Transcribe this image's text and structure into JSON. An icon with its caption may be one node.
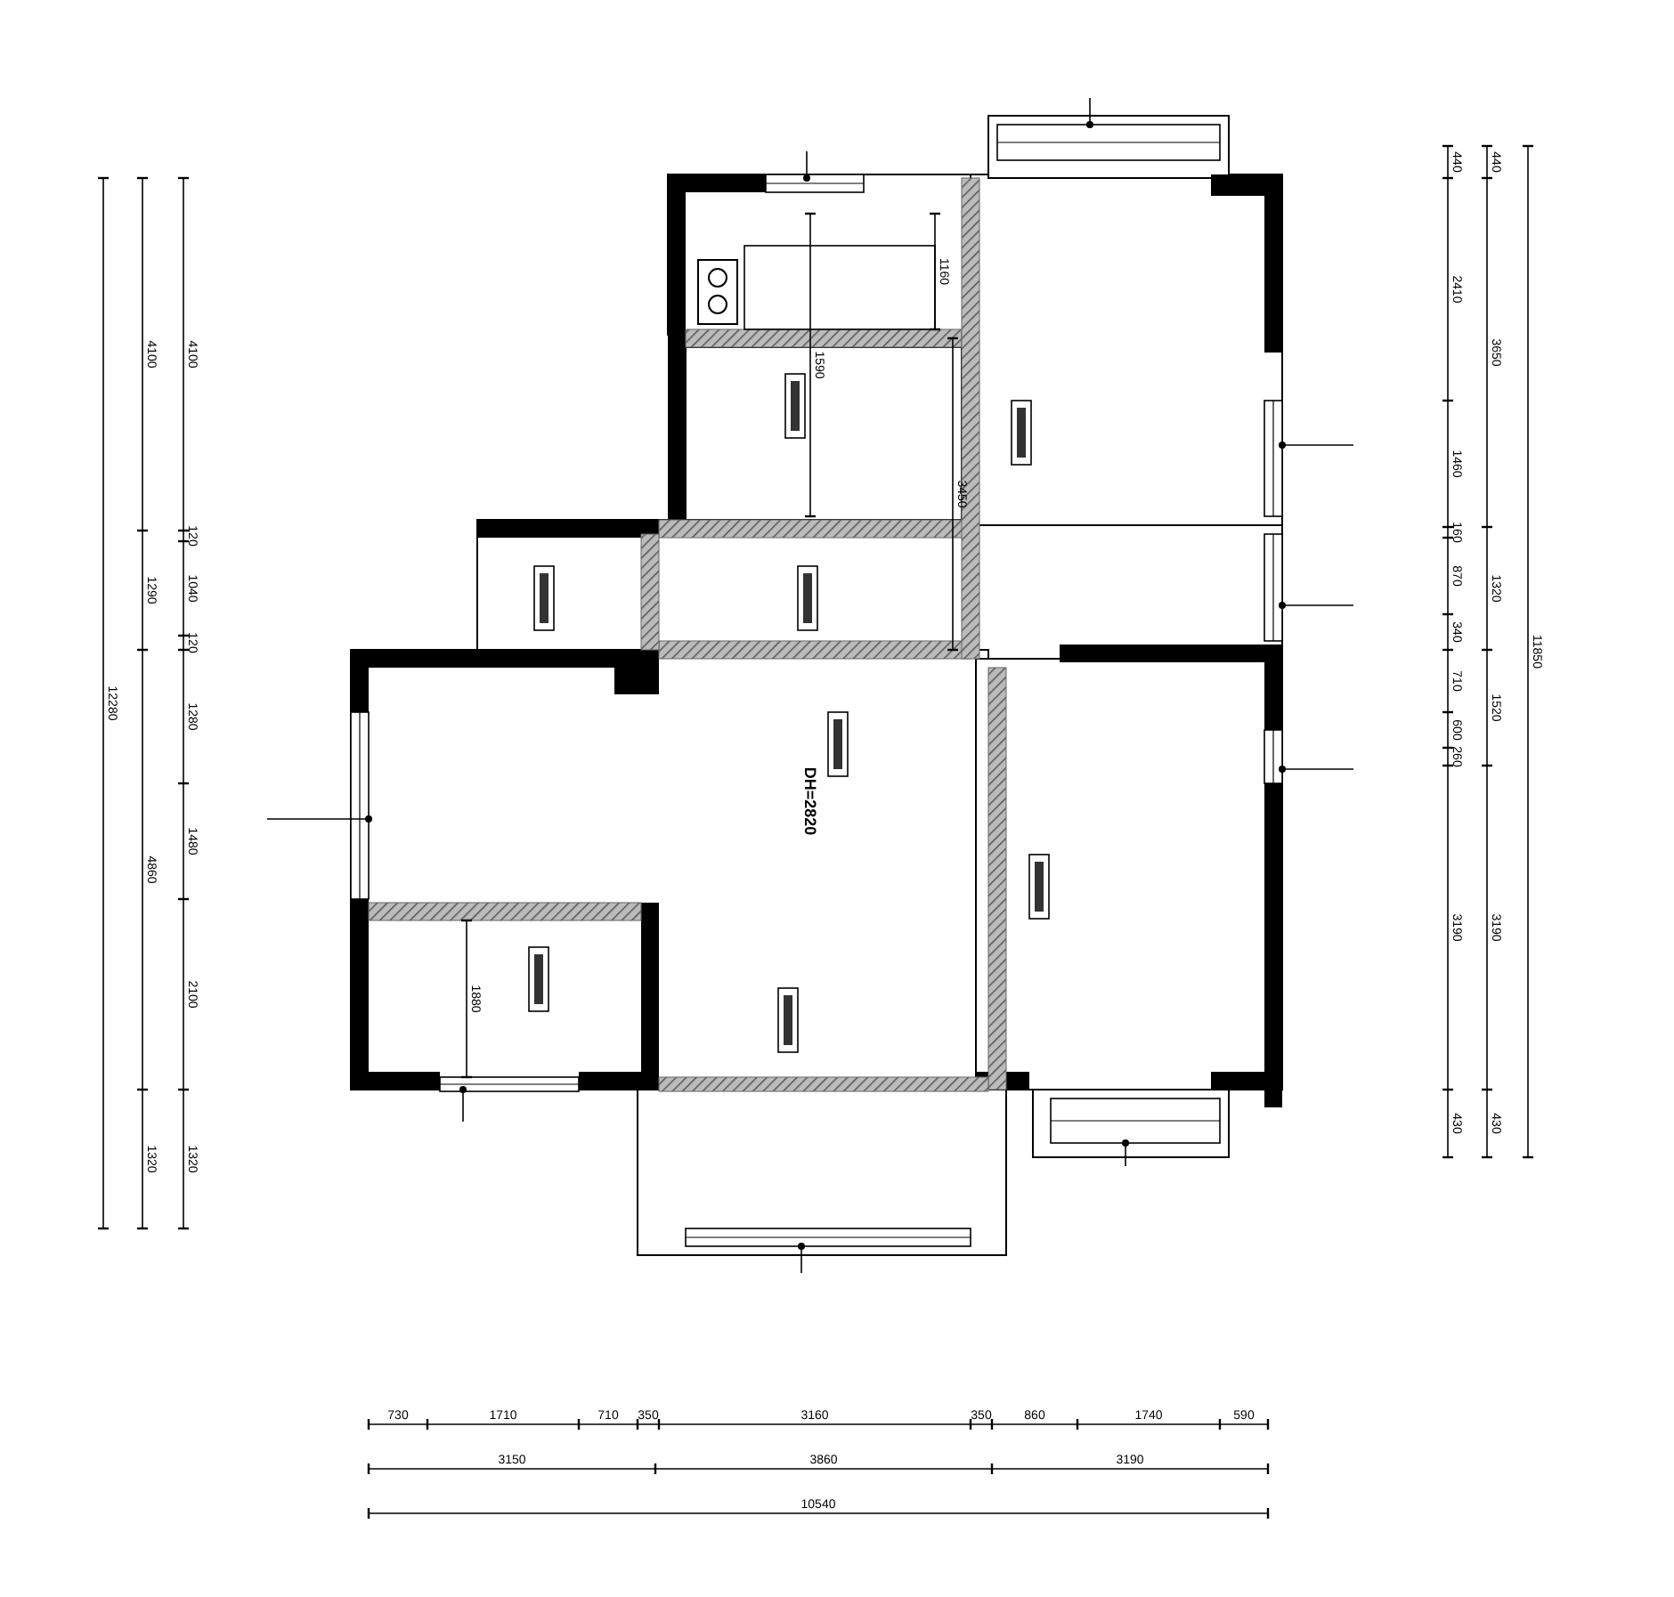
{
  "diagram": {
    "labels": [
      "12280",
      "4100",
      "1290",
      "4860",
      "1320",
      "4100",
      "120",
      "1040",
      "120",
      "1280",
      "1480",
      "2100",
      "1320",
      "1590",
      "1160",
      "3450",
      "DH=2820",
      "1880",
      "440",
      "2410",
      "1460",
      "160",
      "870",
      "340",
      "710",
      "600",
      "260",
      "3190",
      "430",
      "440",
      "3650",
      "1320",
      "1520",
      "3190",
      "430",
      "11850",
      "730",
      "1710",
      "710",
      "350",
      "3160",
      "350",
      "860",
      "1740",
      "590",
      "3150",
      "3860",
      "3190",
      "10540"
    ]
  }
}
